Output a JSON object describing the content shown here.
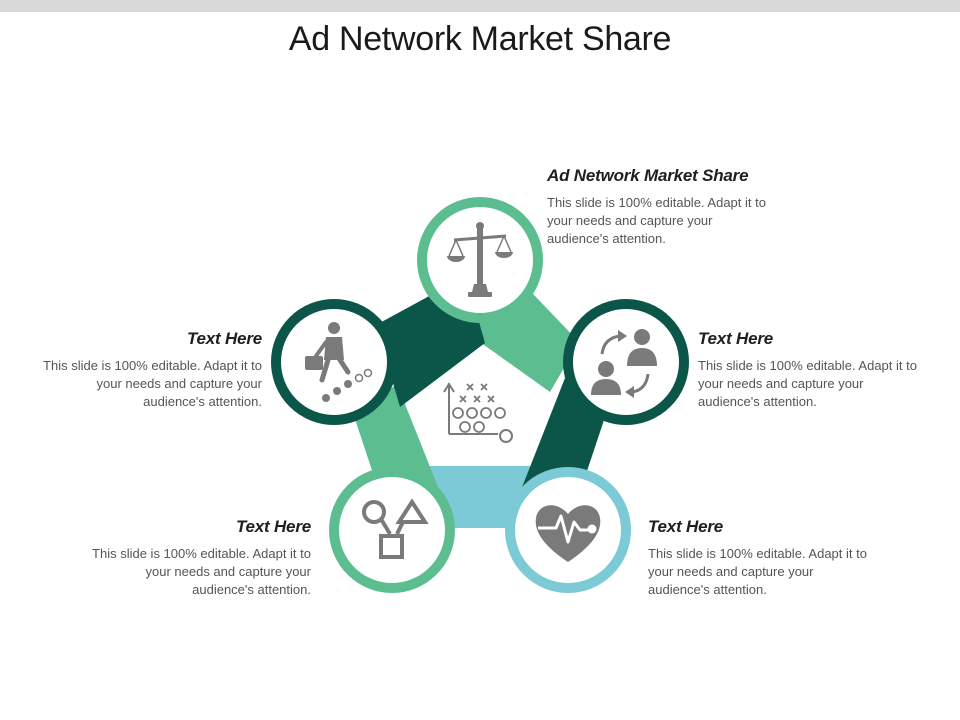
{
  "title": "Ad Network Market Share",
  "colors": {
    "mint": "#5cbe90",
    "dark_teal": "#0b5648",
    "light_blue": "#7ccad6",
    "icon_gray": "#7a7a7a"
  },
  "items": [
    {
      "heading": "Ad Network Market Share",
      "body": "This slide is 100% editable. Adapt it to your needs and capture your audience's attention.",
      "icon": "balance-scale-icon"
    },
    {
      "heading": "Text Here",
      "body": "This slide is 100% editable. Adapt it to your needs and capture your audience's attention.",
      "icon": "businessman-climbing-stairs-icon"
    },
    {
      "heading": "Text Here",
      "body": "This slide is 100% editable. Adapt it to your needs and capture your audience's attention.",
      "icon": "user-exchange-icon"
    },
    {
      "heading": "Text Here",
      "body": "This slide is 100% editable. Adapt it to your needs and capture your audience's attention.",
      "icon": "shapes-icon"
    },
    {
      "heading": "Text Here",
      "body": "This slide is 100% editable. Adapt it to your needs and capture your audience's attention.",
      "icon": "heartbeat-icon"
    }
  ],
  "center_icon": "strategy-play-icon"
}
